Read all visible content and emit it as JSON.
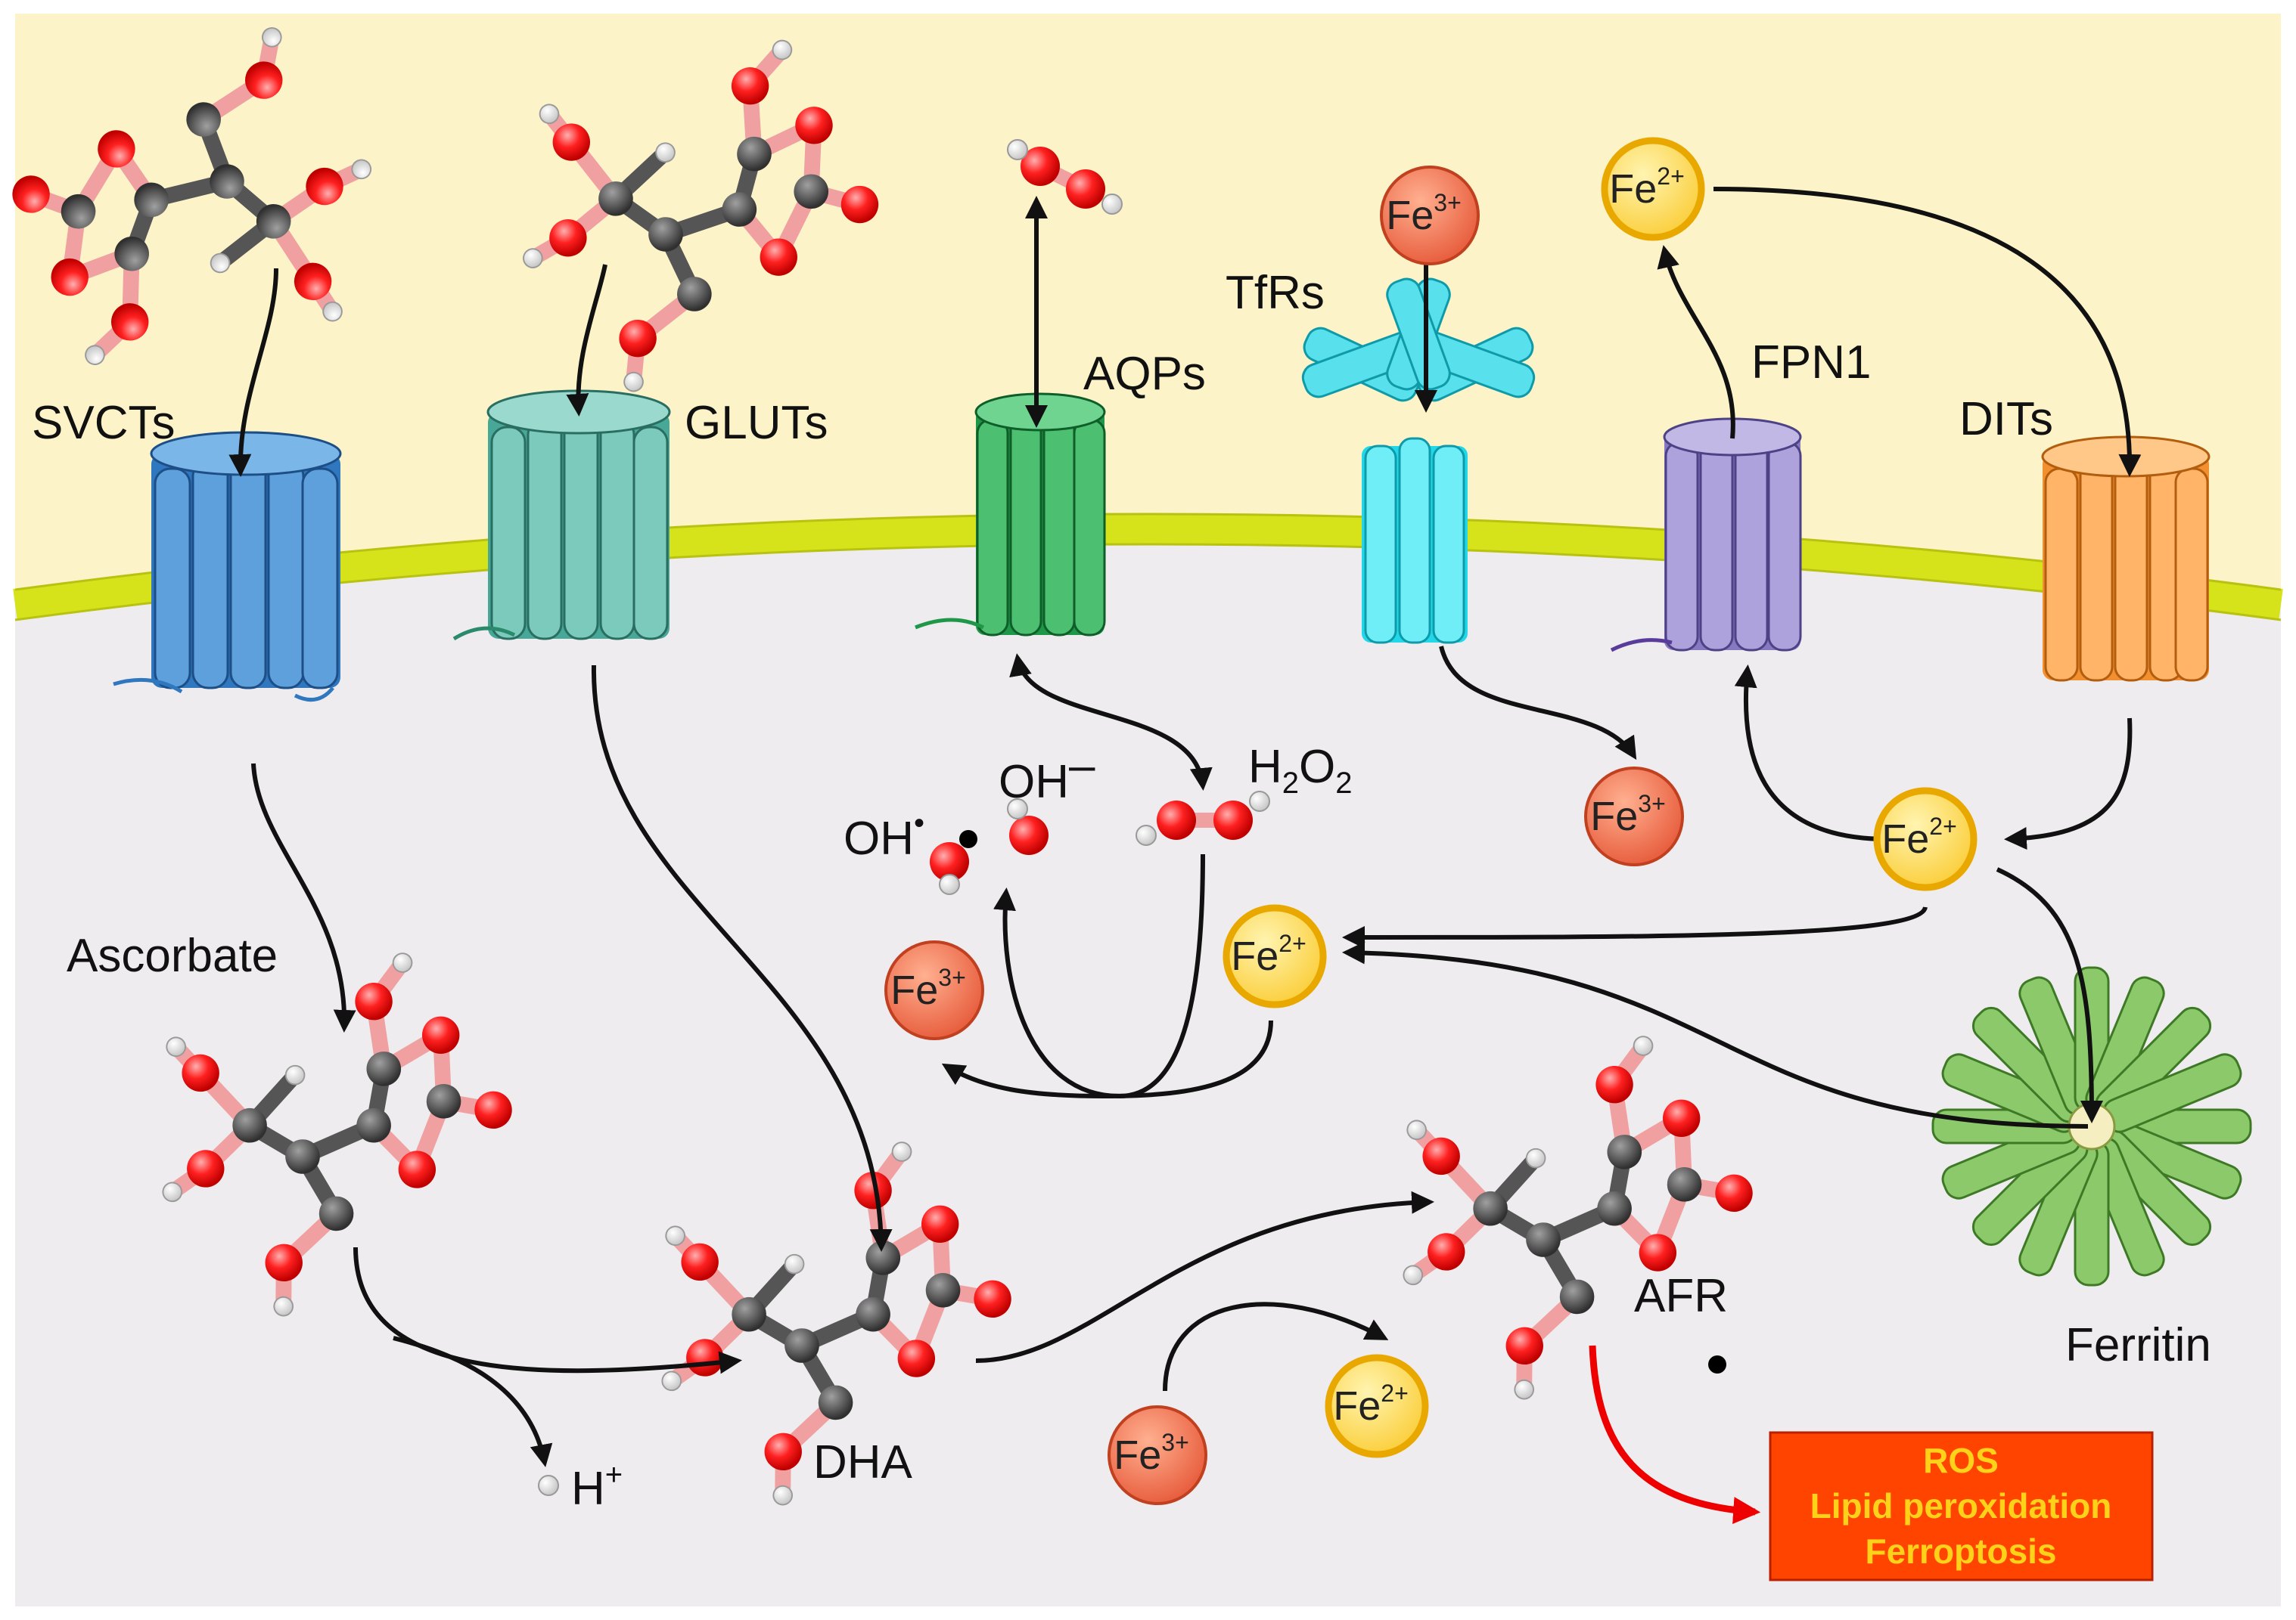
{
  "labels": {
    "svcts": "SVCTs",
    "gluts": "GLUTs",
    "aqps": "AQPs",
    "tfrs": "TfRs",
    "fpn1": "FPN1",
    "dits": "DITs",
    "ascorbate": "Ascorbate",
    "dha": "DHA",
    "afr": "AFR",
    "ferritin": "Ferritin",
    "oh_radical": "OH",
    "oh_minus": "OH",
    "minus_sign": "–",
    "h2o2_h": "H",
    "h2o2_2a": "2",
    "h2o2_o": "O",
    "h2o2_2b": "2",
    "h_plus": "H",
    "plus_sign": "+",
    "radical_dot": "•"
  },
  "ions": {
    "fe": "Fe",
    "fe3_charge": "3+",
    "fe2_charge": "2+"
  },
  "outcome": {
    "line1": "ROS",
    "line2": "Lipid peroxidation",
    "line3": "Ferroptosis"
  },
  "colors": {
    "extracellular": "#fcf3c8",
    "intracellular": "#eeecee",
    "membrane": "#d6e21a",
    "fe3": "#f07850",
    "fe2": "#fbd83a",
    "svct": "#2f78c0",
    "glut": "#48a898",
    "aqp": "#1e9848",
    "tfr": "#22d8e8",
    "fpn1": "#8878c0",
    "dit": "#f29030",
    "ferritin": "#7cbd5a",
    "ros_box": "#ff4400",
    "ros_text": "#ffd21a",
    "oxidation_arrow": "#ee0000"
  }
}
